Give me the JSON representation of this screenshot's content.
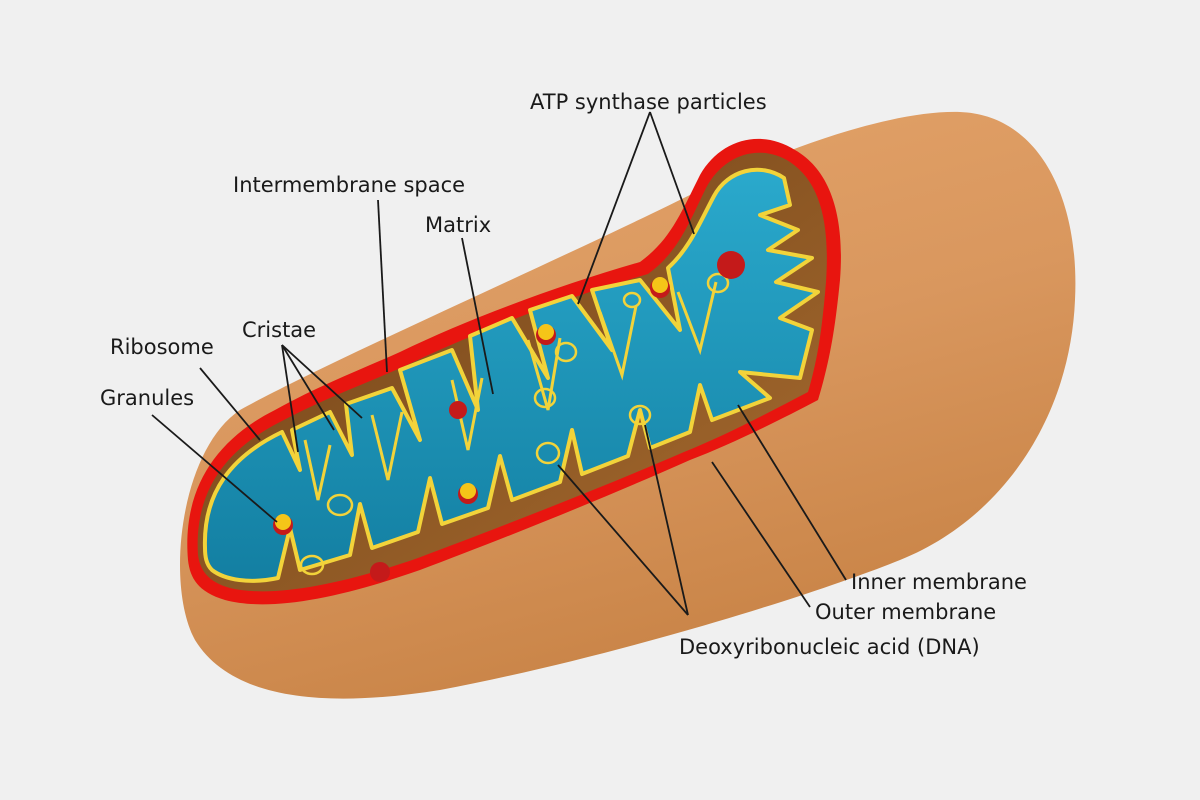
{
  "labels": {
    "atp_synthase": "ATP synthase particles",
    "intermembrane_space": "Intermembrane space",
    "matrix": "Matrix",
    "cristae": "Cristae",
    "ribosome": "Ribosome",
    "granules": "Granules",
    "inner_membrane": "Inner membrane",
    "outer_membrane": "Outer membrane",
    "dna": "Deoxyribonucleic acid (DNA)"
  },
  "colors": {
    "background": "#f0f0f0",
    "outer_body": "#d9975e",
    "cut_edge": "#e8150f",
    "interior_brown": "#9a6228",
    "matrix_blue": "#1e9bc0",
    "cristae_membrane": "#f2d33a",
    "ribosome_red": "#c41a1a",
    "granule_yellow": "#f5c518",
    "leader_line": "#1a1a1a"
  }
}
